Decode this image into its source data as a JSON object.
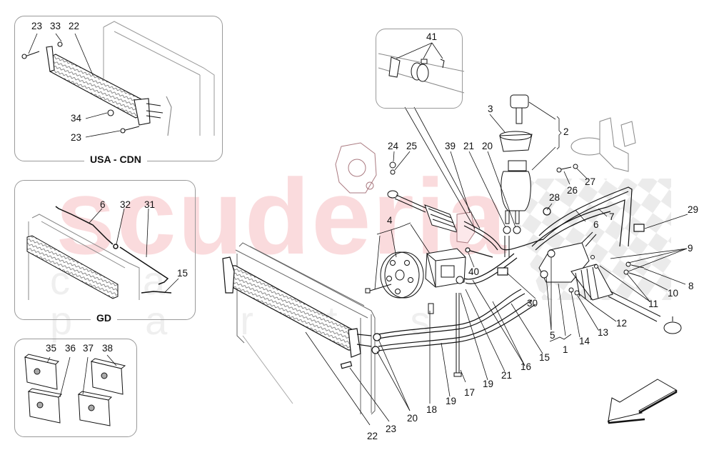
{
  "diagram": {
    "type": "exploded-parts-diagram",
    "subject": "Power steering system",
    "watermark": {
      "main_text": "scuderia",
      "sub_text": "car parts",
      "main_color": "#e85a64",
      "checker_color": "#d8d8d8"
    },
    "insets": [
      {
        "id": "usa-cdn",
        "caption": "USA - CDN",
        "callouts": [
          "23",
          "33",
          "22",
          "34",
          "23"
        ]
      },
      {
        "id": "gd",
        "caption": "GD",
        "callouts": [
          "6",
          "32",
          "31",
          "15"
        ]
      },
      {
        "id": "labels",
        "caption": "",
        "callouts": [
          "35",
          "36",
          "37",
          "38"
        ]
      },
      {
        "id": "clamps-detail",
        "caption": "",
        "callouts": [
          "41"
        ]
      }
    ],
    "callouts": {
      "c1": "1",
      "c2": "2",
      "c3": "3",
      "c4": "4",
      "c5": "5",
      "c6": "6",
      "c7": "7",
      "c8": "8",
      "c9": "9",
      "c10": "10",
      "c11": "11",
      "c12": "12",
      "c13": "13",
      "c14": "14",
      "c15": "15",
      "c16": "16",
      "c17": "17",
      "c18": "18",
      "c19a": "19",
      "c19b": "19",
      "c20a": "20",
      "c20b": "20",
      "c21a": "21",
      "c21b": "21",
      "c22": "22",
      "c23": "23",
      "c24": "24",
      "c25": "25",
      "c26": "26",
      "c27": "27",
      "c28": "28",
      "c29": "29",
      "c30": "30",
      "c39": "39",
      "c40": "40",
      "c41": "41",
      "usa_23a": "23",
      "usa_33": "33",
      "usa_22": "22",
      "usa_34": "34",
      "usa_23b": "23",
      "gd_6": "6",
      "gd_32": "32",
      "gd_31": "31",
      "gd_15": "15",
      "lb_35": "35",
      "lb_36": "36",
      "lb_37": "37",
      "lb_38": "38"
    },
    "direction_arrow": {
      "icon": "front-direction-arrow",
      "orientation": "down-left"
    }
  }
}
